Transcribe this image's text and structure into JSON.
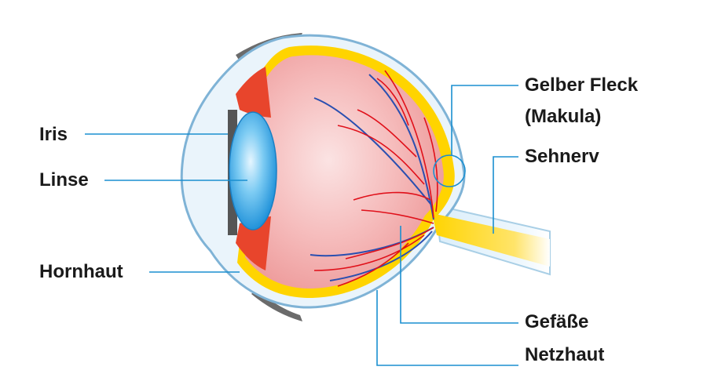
{
  "labels": {
    "iris": "Iris",
    "linse": "Linse",
    "hornhaut": "Hornhaut",
    "gelber_fleck": "Gelber Fleck",
    "makula": "(Makula)",
    "sehnerv": "Sehnerv",
    "gefaesse": "Gefäße",
    "netzhaut": "Netzhaut"
  },
  "colors": {
    "leader_line": "#1a8fd0",
    "eyeball": "#f3a8a8",
    "retina": "#ffd400",
    "sclera_outline": "#b8d8ec",
    "iris": "#e8452c",
    "lens": "#3aa8e8",
    "artery": "#e0101a",
    "vein": "#2a4fb0",
    "label_text": "#1a1a1a"
  }
}
